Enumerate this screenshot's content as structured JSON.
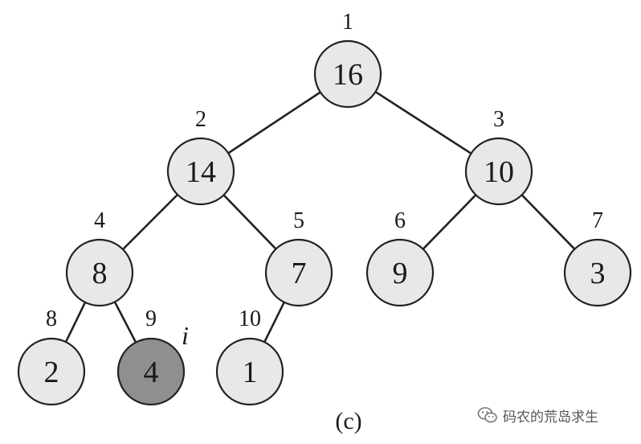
{
  "figure": {
    "caption": "(c)",
    "marker_label": "i",
    "marked_node_index": "9"
  },
  "colors": {
    "node_fill": "#e8e8e8",
    "highlight_fill": "#8f8f8f",
    "line": "#222222",
    "text": "#1a1a1a"
  },
  "tree": {
    "nodes": [
      {
        "index": "1",
        "value": "16",
        "highlighted": false
      },
      {
        "index": "2",
        "value": "14",
        "highlighted": false
      },
      {
        "index": "3",
        "value": "10",
        "highlighted": false
      },
      {
        "index": "4",
        "value": "8",
        "highlighted": false
      },
      {
        "index": "5",
        "value": "7",
        "highlighted": false
      },
      {
        "index": "6",
        "value": "9",
        "highlighted": false
      },
      {
        "index": "7",
        "value": "3",
        "highlighted": false
      },
      {
        "index": "8",
        "value": "2",
        "highlighted": false
      },
      {
        "index": "9",
        "value": "4",
        "highlighted": true
      },
      {
        "index": "10",
        "value": "1",
        "highlighted": false
      }
    ],
    "edges": [
      [
        "1",
        "2"
      ],
      [
        "1",
        "3"
      ],
      [
        "2",
        "4"
      ],
      [
        "2",
        "5"
      ],
      [
        "3",
        "6"
      ],
      [
        "3",
        "7"
      ],
      [
        "4",
        "8"
      ],
      [
        "4",
        "9"
      ],
      [
        "5",
        "10"
      ]
    ]
  },
  "watermark": {
    "text": "码农的荒岛求生",
    "icon": "wechat-icon"
  }
}
